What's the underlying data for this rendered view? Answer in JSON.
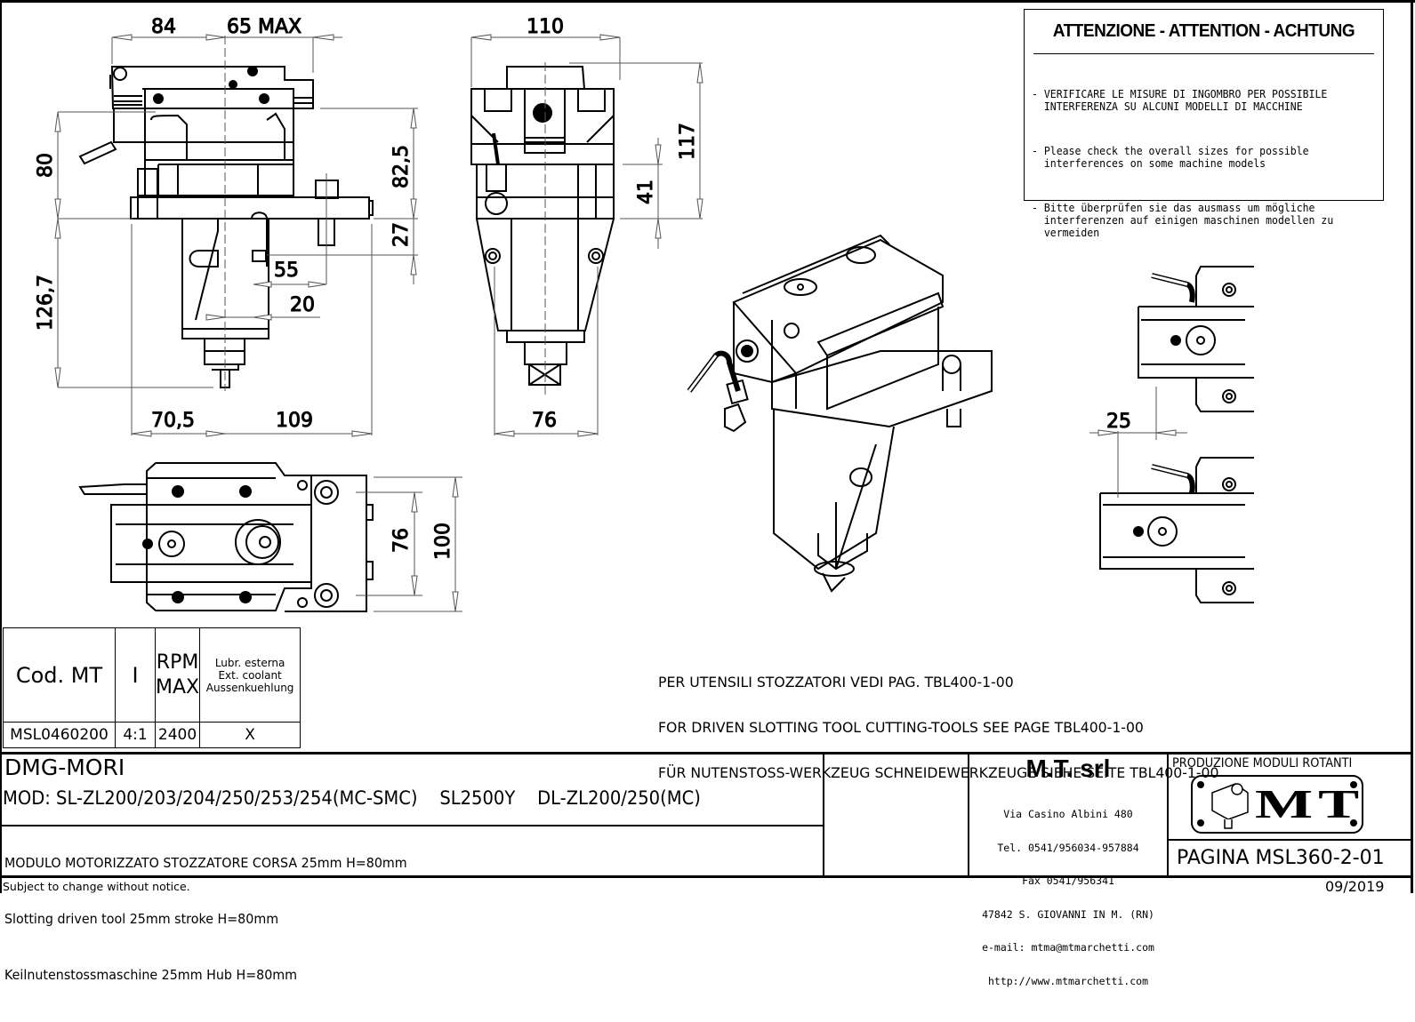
{
  "attention": {
    "title": "ATTENZIONE - ATTENTION - ACHTUNG",
    "items": [
      "- VERIFICARE LE MISURE DI INGOMBRO PER POSSIBILE\n  INTERFERENZA SU ALCUNI MODELLI DI MACCHINE",
      "- Please check the overall sizes for possible\n  interferences on some machine models",
      "- Bitte überprüfen sie das ausmass um mögliche\n  interferenzen auf einigen maschinen modellen zu\n  vermeiden"
    ]
  },
  "dimensions": {
    "side_view": {
      "width_left": "84",
      "width_right_max": "65 MAX",
      "height_upper": "80",
      "height_lower": "126,7",
      "height_right": "82,5",
      "offset_right": "27",
      "offset_55": "55",
      "offset_20": "20",
      "base_left": "70,5",
      "base_right": "109"
    },
    "front_view": {
      "width_top": "110",
      "width_bottom": "76",
      "height_total": "117",
      "height_41": "41"
    },
    "top_view": {
      "inner": "76",
      "outer": "100"
    },
    "stroke_view": {
      "stroke": "25"
    }
  },
  "product_table": {
    "headers": [
      "Cod. MT",
      "I",
      "RPM\nMAX",
      "Lubr. esterna\nExt. coolant\nAussenkuehlung"
    ],
    "rows": [
      {
        "code": "MSL0460200",
        "ratio": "4:1",
        "rpm": "2400",
        "lubr": "X"
      }
    ]
  },
  "note_lines": [
    "PER UTENSILI STOZZATORI VEDI PAG. TBL400-1-00",
    "FOR DRIVEN SLOTTING TOOL CUTTING-TOOLS SEE PAGE TBL400-1-00",
    "FÜR NUTENSTOSS-WERKZEUG SCHNEIDEWERKZEUGE SIEHE SEITE TBL400-1-00"
  ],
  "title_block": {
    "brand": "DMG-MORI",
    "models": "MOD: SL-ZL200/203/204/250/253/254(MC-SMC)    SL2500Y    DL-ZL200/250(MC)",
    "description": [
      "MODULO MOTORIZZATO STOZZATORE CORSA 25mm H=80mm",
      "Slotting driven tool 25mm stroke H=80mm",
      "Keilnutenstossmaschine 25mm Hub H=80mm"
    ],
    "company": {
      "name": "M.T. srl",
      "address": [
        "Via Casino Albini 480",
        "Tel. 0541/956034-957884",
        "Fax 0541/956341",
        "47842 S. GIOVANNI IN M. (RN)",
        "e-mail: mtma@mtmarchetti.com",
        "http://www.mtmarchetti.com"
      ]
    },
    "production_label": "PRODUZIONE MODULI ROTANTI",
    "logo_text": "MT",
    "page": "PAGINA MSL360-2-01",
    "disclaimer": "Subject to change without notice.",
    "date": "09/2019"
  }
}
